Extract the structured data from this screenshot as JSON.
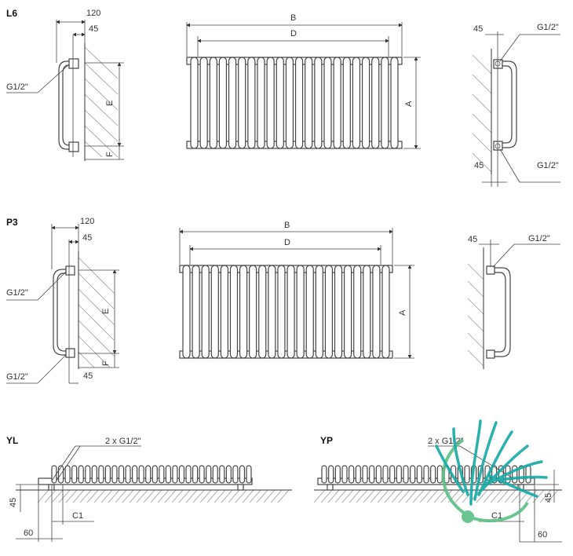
{
  "sections": {
    "l6": "L6",
    "p3": "P3",
    "yl": "YL",
    "yp": "YP"
  },
  "dims": {
    "d120": "120",
    "d45": "45",
    "d60": "60",
    "A": "A",
    "B": "B",
    "D": "D",
    "E": "E",
    "F": "F",
    "C1": "C1"
  },
  "connections": {
    "g12": "G1/2\"",
    "two_g12": "2 x G1/2\""
  },
  "colors": {
    "logo_teal": "#14a9a6",
    "logo_green": "#5cbf86",
    "line": "#333333"
  }
}
